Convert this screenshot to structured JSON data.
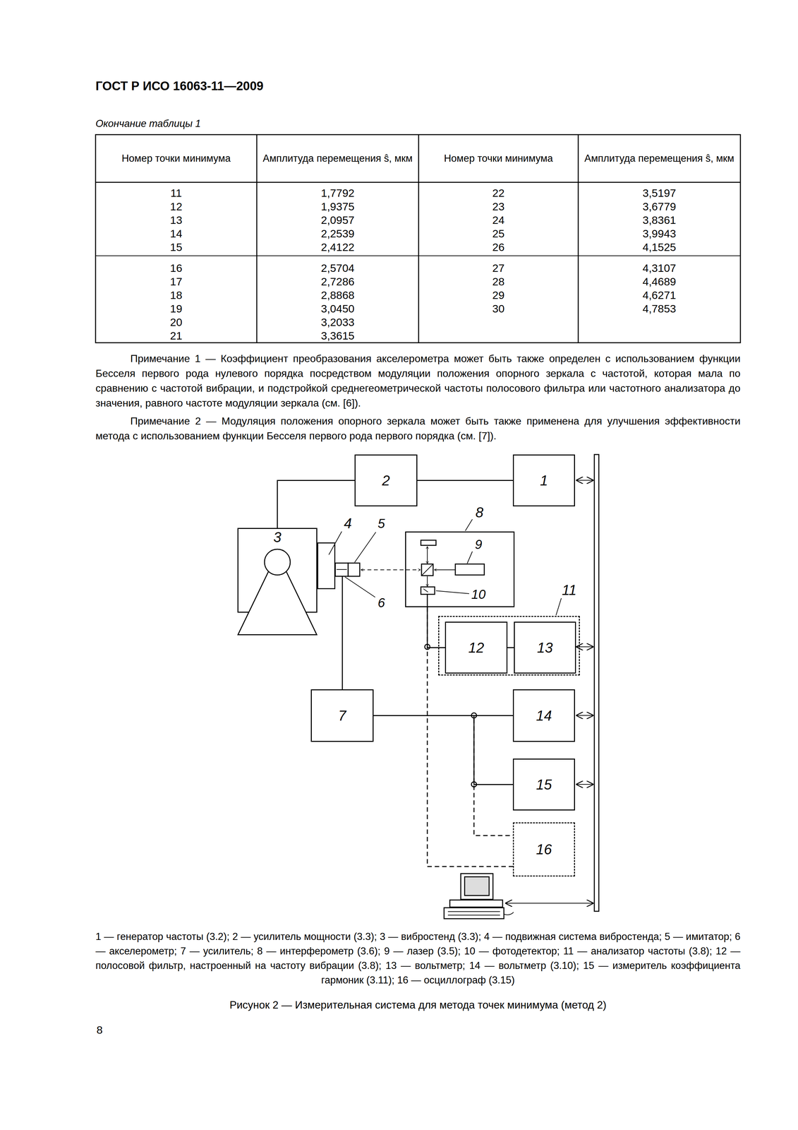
{
  "diagram": {
    "title": "ГОСТ Р ИСО 16063-11—2009",
    "caption": "Рисунок 2 — Измерительная система для метода точек минимума (метод 2)",
    "nodes": [
      {
        "text": [
          "2"
        ]
      },
      {
        "text": [
          "1"
        ]
      },
      {
        "text": [
          "3"
        ]
      },
      {
        "text": [
          "4"
        ]
      },
      {
        "text": [
          "8"
        ]
      },
      {
        "text": [
          "11"
        ]
      },
      {
        "text": [
          "12"
        ],
        "in": 5
      },
      {
        "text": [
          "13"
        ],
        "in": 5
      },
      {
        "text": [
          "7"
        ]
      },
      {
        "text": [
          "14"
        ]
      },
      {
        "text": [
          "15"
        ]
      },
      {
        "text": [
          "16"
        ]
      }
    ],
    "edges": [
      {
        "from": 0,
        "to": 1,
        "arrow": "none"
      },
      {
        "from": 0,
        "to": 2,
        "arrow": "none"
      },
      {
        "from": 8,
        "to": 9,
        "arrow": "none"
      },
      {
        "from": 8,
        "to": 10,
        "arrow": "none"
      },
      {
        "from": 8,
        "to": 11,
        "arrow": "none"
      },
      {
        "from": 4,
        "to": 6,
        "arrow": "none"
      },
      {
        "from": 4,
        "to": 11,
        "arrow": "none"
      },
      {
        "from": 6,
        "to": 7,
        "arrow": "none"
      }
    ],
    "labels": [
      "Окончание таблицы 1",
      "Номер точки минимума",
      "Амплитуда перемещения ŝ, мкм",
      "Номер точки минимума",
      "Амплитуда перемещения ŝ, мкм",
      "11",
      "1,7792",
      "22",
      "3,5197",
      "12",
      "1,9375",
      "23",
      "3,6779",
      "13",
      "2,0957",
      "24",
      "3,8361",
      "14",
      "2,2539",
      "25",
      "3,9943",
      "15",
      "2,4122",
      "26",
      "4,1525",
      "16",
      "2,5704",
      "27",
      "4,3107",
      "17",
      "2,7286",
      "28",
      "4,4689",
      "18",
      "2,8868",
      "29",
      "4,6271",
      "19",
      "3,0450",
      "30",
      "4,7853",
      "20",
      "3,2033",
      "21",
      "3,3615",
      "Примечание 1 — Коэффициент преобразования акселерометра может быть также определен с использованием функции Бесселя первого рода нулевого порядка посредством модуляции положения опорного зеркала с частотой, которая мала по сравнению с частотой вибрации, и подстройкой среднегеометрической частоты полосового фильтра или частотного анализатора до значения, равного частоте модуляции зеркала (см. [6]).",
      "Примечание 2 — Модуляция положения опорного зеркала может быть также применена для улучшения эффективности метода с использованием функции Бесселя первого рода первого порядка (см. [7]).",
      "5",
      "6",
      "9",
      "10",
      "1 — генератор частоты (3.2); 2 — усилитель мощности (3.3); 3 — вибростенд (3.3); 4 — подвижная система вибростенда; 5 — имитатор; 6 — акселерометр; 7 — усилитель; 8 — интерферометр (3.6); 9 — лазер (3.5); 10 — фотодетектор; 11 — анализатор частоты (3.8); 12 — полосовой фильтр, настроенный на частоту вибрации (3.8); 13 — вольтметр; 14 — вольтметр (3.10); 15 — измеритель коэффициента гармоник (3.11); 16 — осциллограф (3.15)",
      "8"
    ]
  }
}
